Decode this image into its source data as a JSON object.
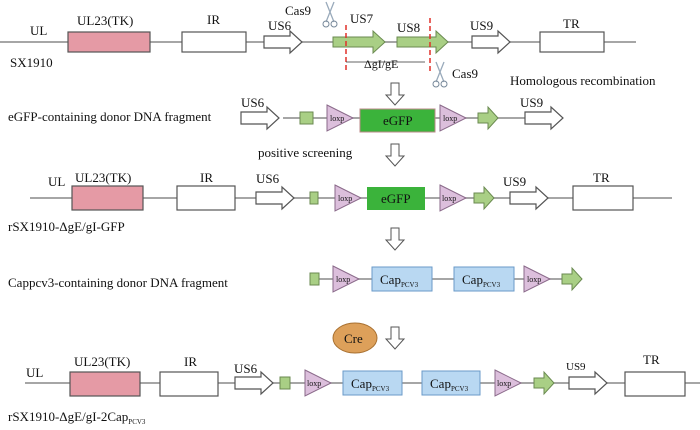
{
  "colors": {
    "tk": "#e59aa5",
    "green": "#a9cf85",
    "egfp": "#3bb33b",
    "loxp": "#dcbfdc",
    "cap": "#b9d8f2",
    "cre": "#dda05a",
    "cut": "#e0302a"
  },
  "row1": {
    "ul": "UL",
    "tk": "UL23(TK)",
    "ir": "IR",
    "us6": "US6",
    "us7": "US7",
    "us8": "US8",
    "us9": "US9",
    "tr": "TR",
    "name": "SX1910",
    "cas9_top": "Cas9",
    "cas9_bottom": "Cas9",
    "delta": "ΔgI/gE",
    "hr": "Homologous recombination"
  },
  "row2": {
    "name": "eGFP-containing donor DNA fragment",
    "us6": "US6",
    "loxp": "loxp",
    "egfp": "eGFP",
    "us9": "US9"
  },
  "step2": "positive screening",
  "row3": {
    "ul": "UL",
    "tk": "UL23(TK)",
    "ir": "IR",
    "us6": "US6",
    "loxp": "loxp",
    "egfp": "eGFP",
    "us9": "US9",
    "tr": "TR",
    "name": "rSX1910-ΔgE/gI-GFP"
  },
  "row4": {
    "name": "Cappcv3-containing donor DNA fragment",
    "loxp": "loxp",
    "cap": "Cap",
    "cap_sub": "PCV3"
  },
  "cre": "Cre",
  "row5": {
    "ul": "UL",
    "tk": "UL23(TK)",
    "ir": "IR",
    "us6": "US6",
    "loxp": "loxp",
    "cap": "Cap",
    "cap_sub": "PCV3",
    "us9": "US9",
    "tr": "TR",
    "name": "rSX1910-ΔgE/gI-2Cap",
    "name_sub": "PCV3"
  }
}
